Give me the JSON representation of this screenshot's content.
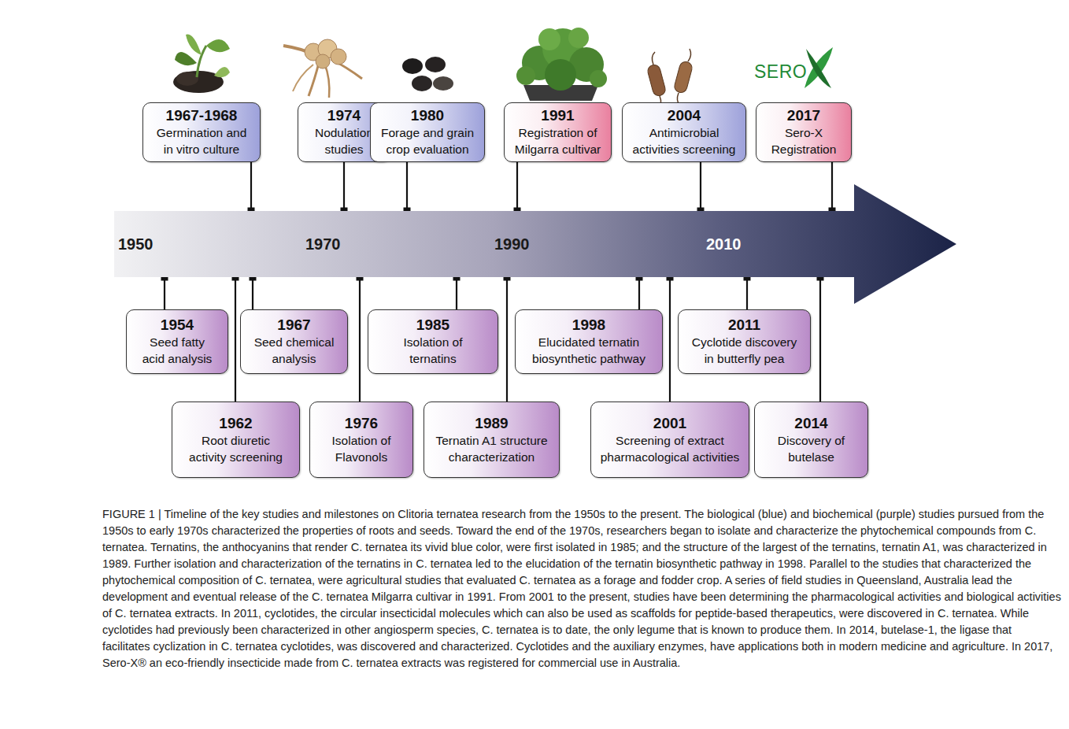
{
  "diagram": {
    "caption": "FIGURE 1 | Timeline of the key studies and milestones on Clitoria ternatea research from the 1950s to the present. The biological (blue) and biochemical (purple) studies pursued from the 1950s to early 1970s characterized the properties of roots and seeds. Toward the end of the 1970s, researchers began to isolate and characterize the phytochemical compounds from C. ternatea. Ternatins, the anthocyanins that render C. ternatea its vivid blue color, were first isolated in 1985; and the structure of the largest of the ternatins, ternatin A1, was characterized in 1989. Further isolation and characterization of the ternatins in C. ternatea led to the elucidation of the ternatin biosynthetic pathway in 1998. Parallel to the studies that characterized the phytochemical composition of C. ternatea, were agricultural studies that evaluated C. ternatea as a forage and fodder crop. A series of field studies in Queensland, Australia lead the development and eventual release of the C. ternatea Milgarra cultivar in 1991. From 2001 to the present, studies have been determining the pharmacological activities and biological activities of C. ternatea extracts. In 2011, cyclotides, the circular insecticidal molecules which can also be used as scaffolds for peptide-based therapeutics, were discovered in C. ternatea. While cyclotides had previously been characterized in other angiosperm species, C. ternatea is to date, the only legume that is known to produce them. In 2014, butelase-1, the ligase that facilitates cyclization in C. ternatea cyclotides, was discovered and characterized. Cyclotides and the auxiliary enzymes, have applications both in modern medicine and agriculture. In 2017, Sero-X® an eco-friendly insecticide made from C. ternatea extracts was registered for commercial use in Australia.",
    "nodes": [
      {
        "text": [
          "1967-1968",
          "Germination and in vitro culture"
        ]
      },
      {
        "text": [
          "1974",
          "Nodulation studies"
        ]
      },
      {
        "text": [
          "1980",
          "Forage and grain crop evaluation"
        ]
      },
      {
        "text": [
          "1991",
          "Registration of Milgarra cultivar"
        ]
      },
      {
        "text": [
          "2004",
          "Antimicrobial activities screening"
        ]
      },
      {
        "text": [
          "2017",
          "Sero-X Registration"
        ]
      },
      {
        "text": [
          "1950",
          "1970",
          "1990",
          "2010"
        ]
      },
      {
        "text": [
          "1954",
          "Seed fatty acid analysis"
        ]
      },
      {
        "text": [
          "1962",
          "Root diuretic activity screening"
        ]
      },
      {
        "text": [
          "1967",
          "Seed chemical analysis"
        ]
      },
      {
        "text": [
          "1976",
          "Isolation of Flavonols"
        ]
      },
      {
        "text": [
          "1985",
          "Isolation of ternatins"
        ]
      },
      {
        "text": [
          "1989",
          "Ternatin A1 structure characterization"
        ]
      },
      {
        "text": [
          "1998",
          "Elucidated ternatin biosynthetic pathway"
        ]
      },
      {
        "text": [
          "2001",
          "Screening of extract pharmacological activities"
        ]
      },
      {
        "text": [
          "2011",
          "Cyclotide discovery in butterfly pea"
        ]
      },
      {
        "text": [
          "2014",
          "Discovery of butelase"
        ]
      }
    ],
    "edges": [
      {
        "from": 0,
        "to": 6,
        "arrow": "none"
      },
      {
        "from": 1,
        "to": 6,
        "arrow": "none"
      },
      {
        "from": 2,
        "to": 6,
        "arrow": "none"
      },
      {
        "from": 3,
        "to": 6,
        "arrow": "none"
      },
      {
        "from": 4,
        "to": 6,
        "arrow": "none"
      },
      {
        "from": 5,
        "to": 6,
        "arrow": "none"
      },
      {
        "from": 7,
        "to": 6,
        "arrow": "none"
      },
      {
        "from": 8,
        "to": 6,
        "arrow": "none"
      },
      {
        "from": 9,
        "to": 6,
        "arrow": "none"
      },
      {
        "from": 10,
        "to": 6,
        "arrow": "none"
      },
      {
        "from": 11,
        "to": 6,
        "arrow": "none"
      },
      {
        "from": 12,
        "to": 6,
        "arrow": "none"
      },
      {
        "from": 13,
        "to": 6,
        "arrow": "none"
      },
      {
        "from": 14,
        "to": 6,
        "arrow": "none"
      },
      {
        "from": 15,
        "to": 6,
        "arrow": "none"
      },
      {
        "from": 16,
        "to": 6,
        "arrow": "none"
      }
    ],
    "labels": [
      "SERO"
    ]
  }
}
